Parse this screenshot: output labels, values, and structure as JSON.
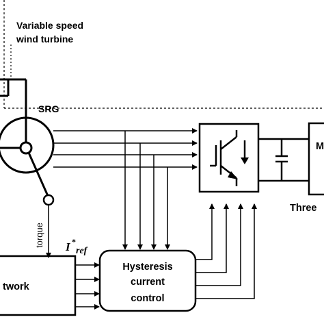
{
  "labels": {
    "turbine_line1": "Variable speed",
    "turbine_line2": "wind turbine",
    "srg": "SRG",
    "torque": "torque",
    "iref_main": "I",
    "iref_star": "*",
    "iref_sub": "ref",
    "network_partial": "twork",
    "hysteresis_line1": "Hysteresis",
    "hysteresis_line2": "current",
    "hysteresis_line3": "control",
    "right_box_partial": "M",
    "three_partial": "Three"
  },
  "icons": [
    "wind-turbine-rotor",
    "srg-machine",
    "igbt-switch",
    "dc-link-capacitor"
  ],
  "colors": {
    "line": "#000000",
    "background": "#ffffff"
  }
}
